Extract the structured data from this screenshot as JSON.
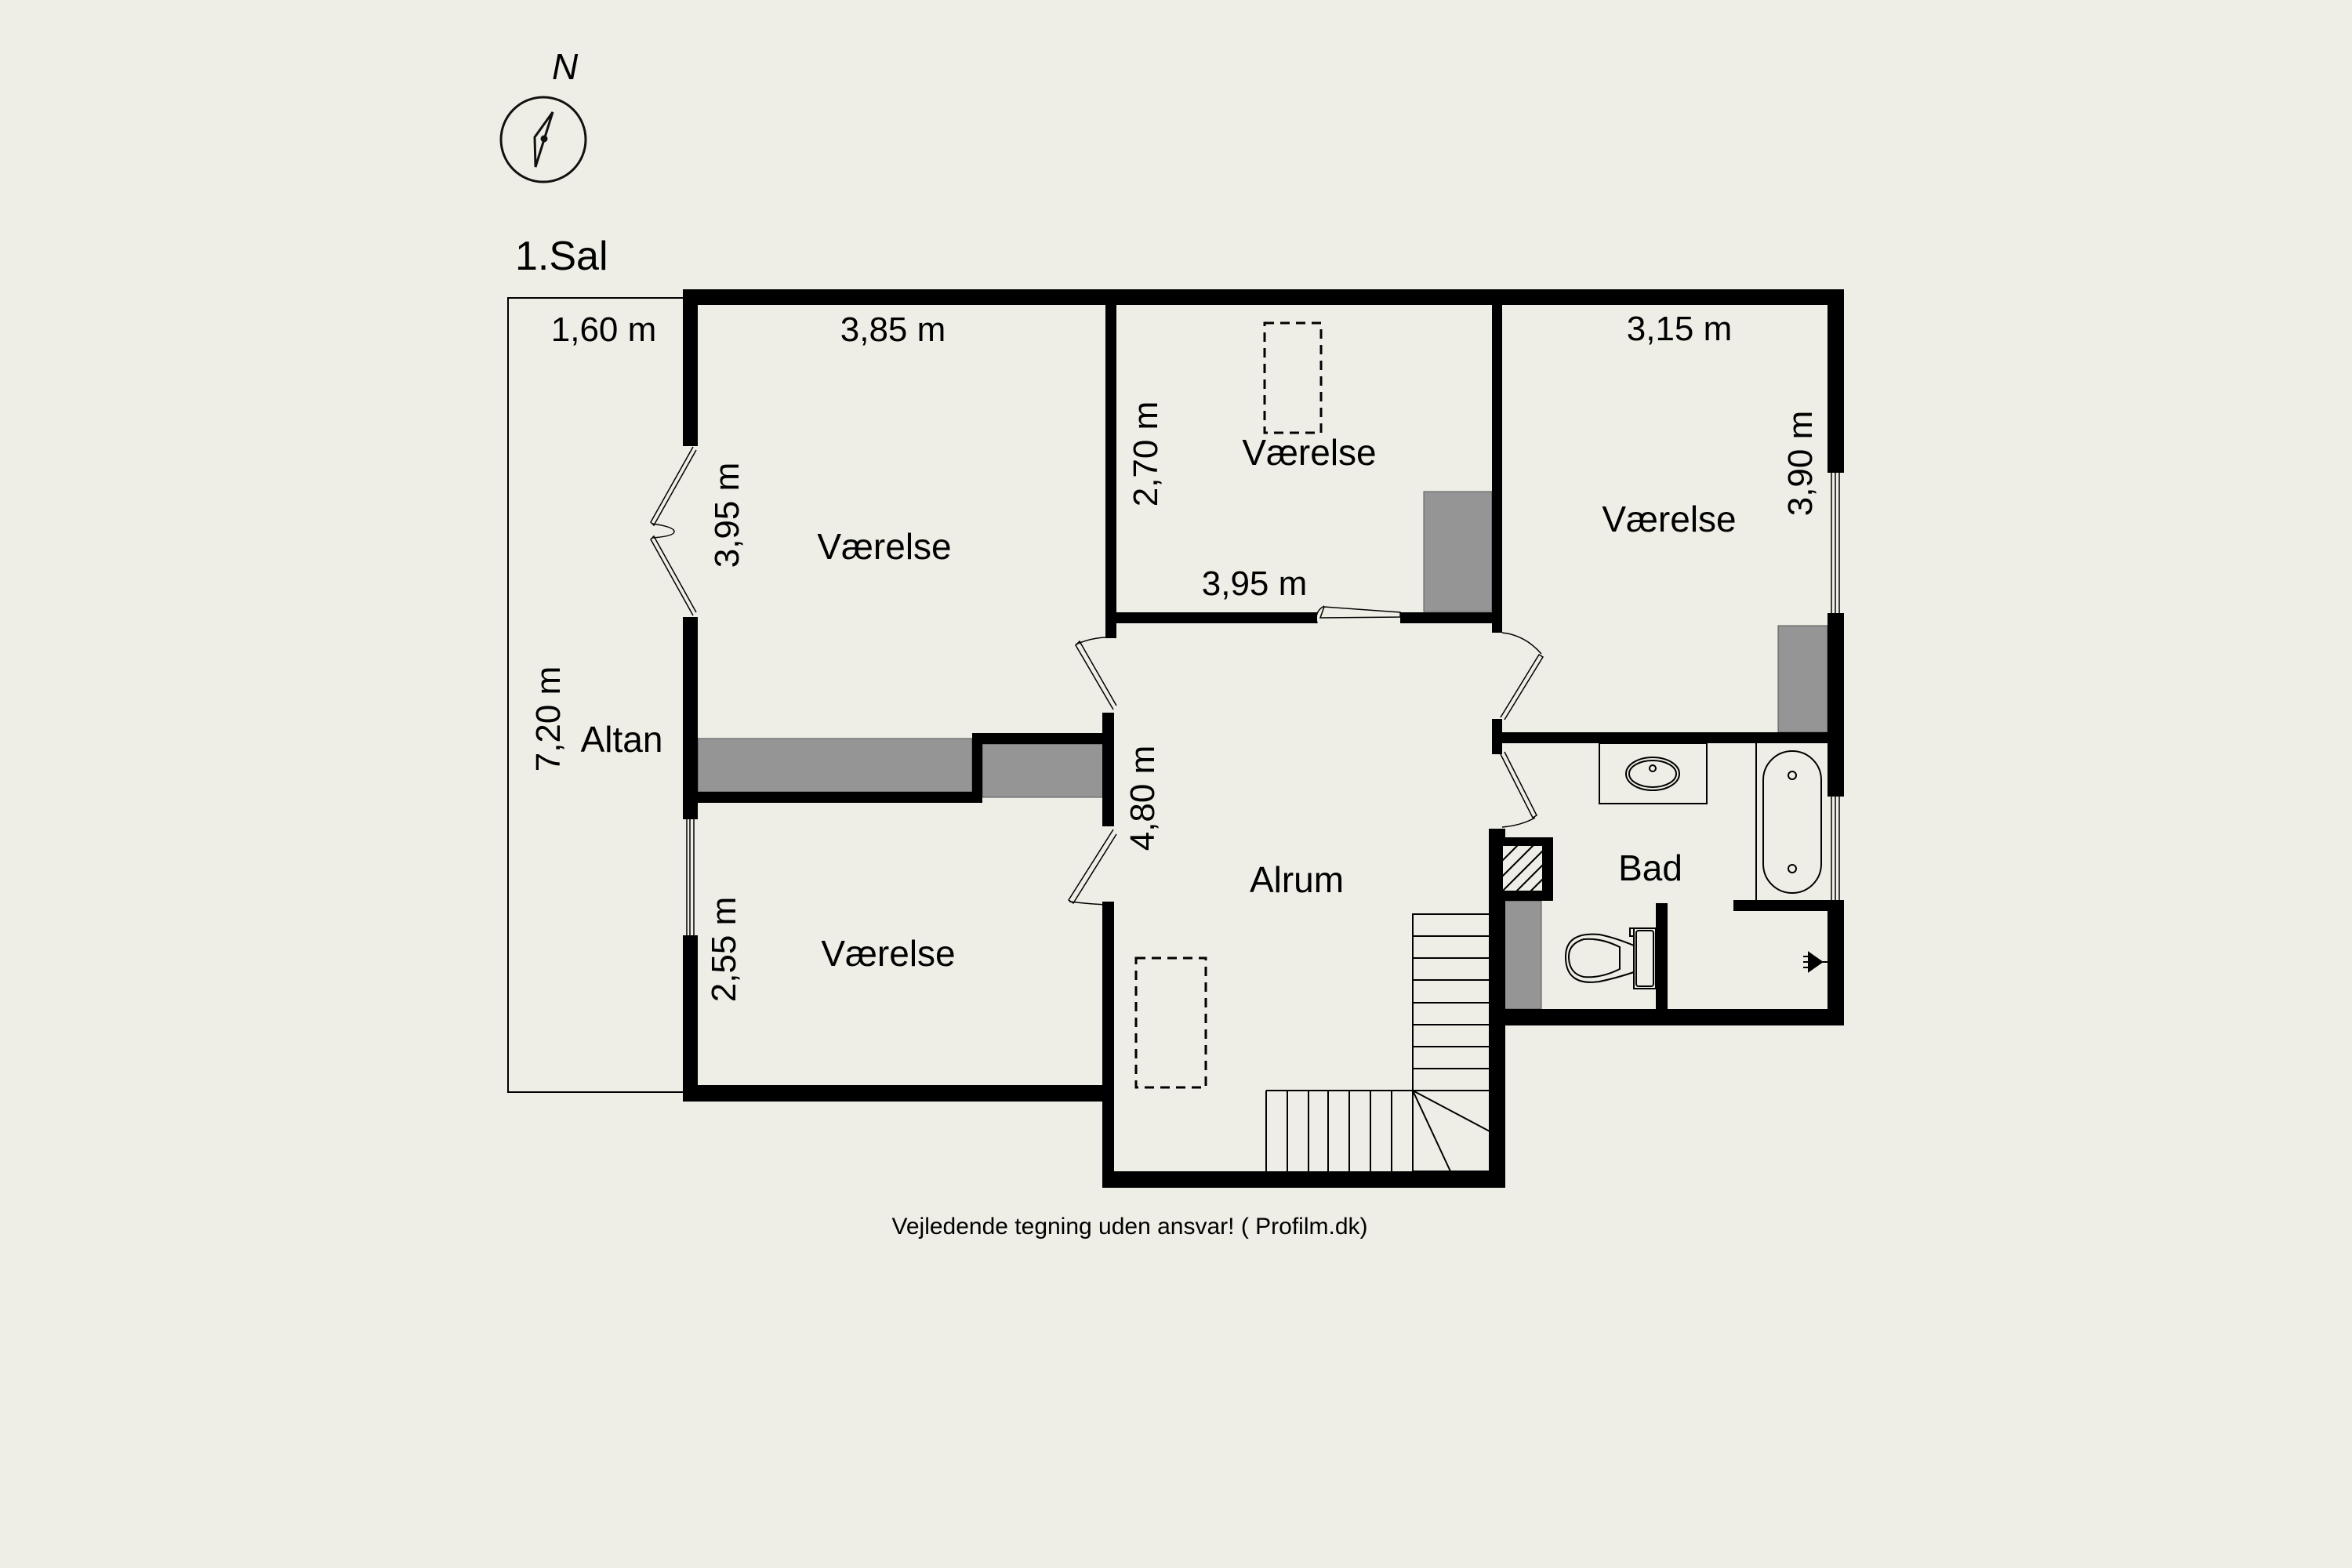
{
  "floor_label": "1.Sal",
  "compass": {
    "north_label": "N"
  },
  "rooms": [
    {
      "id": "altan",
      "name": "Altan",
      "dims": [
        "1,60 m",
        "7,20 m"
      ]
    },
    {
      "id": "vaerelse_nw",
      "name": "Værelse",
      "dims": [
        "3,85 m",
        "3,95 m"
      ]
    },
    {
      "id": "vaerelse_n",
      "name": "Værelse",
      "dims": [
        "2,70 m",
        "3,95 m"
      ]
    },
    {
      "id": "vaerelse_ne",
      "name": "Værelse",
      "dims": [
        "3,15 m",
        "3,90 m"
      ]
    },
    {
      "id": "vaerelse_sw",
      "name": "Værelse",
      "dims": [
        "2,55 m"
      ]
    },
    {
      "id": "alrum",
      "name": "Alrum",
      "dims": [
        "4,80 m"
      ]
    },
    {
      "id": "bad",
      "name": "Bad",
      "dims": []
    }
  ],
  "footer": "Vejledende tegning uden ansvar!   ( Profilm.dk)",
  "colors": {
    "background": "#eeeee6",
    "wall": "#000000",
    "fixed_fill": "#959595"
  }
}
